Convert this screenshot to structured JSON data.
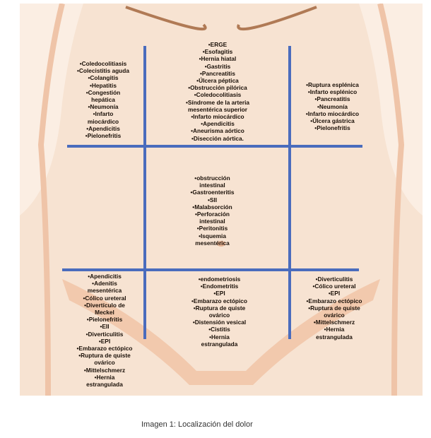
{
  "regions": {
    "right_hypochondrium": [
      "•Coledocolitiasis",
      "•Colecistitis aguda",
      "•Colangitis",
      "•Hepatitis",
      "•Congestión",
      "hepática",
      "•Neumonía",
      "•Infarto",
      "miocárdico",
      "•Apendicitis",
      "•Pielonefritis"
    ],
    "epigastrium": [
      "•ERGE",
      "•Esofagitis",
      "•Hernia hiatal",
      "•Gastritis",
      "•Pancreatitis",
      "•Úlcera péptica",
      "•Obstrucción pilórica",
      "•Coledocolitiasis",
      "•Síndrome de la arteria",
      "mesentérica superior",
      "•Infarto miocárdico",
      "•Apendicitis",
      "•Aneurisma aórtico",
      "•Disección aórtica."
    ],
    "left_hypochondrium": [
      "•Ruptura esplénica",
      "•Infarto esplénico",
      "•Pancreatitis",
      "•Neumonía",
      "•Infarto miocárdico",
      "•Úlcera gástrica",
      "•Pielonefritis"
    ],
    "umbilical": [
      "•obstrucción",
      "intestinal",
      "•Gastroenteritis",
      "•SII",
      "•Malabsorción",
      "•Perforación",
      "intestinal",
      "•Peritonitis",
      "•Isquemia",
      "mesentérica"
    ],
    "right_iliac": [
      "•Apendicitis",
      "•Adenitis",
      "mesentérica",
      "•Cólico ureteral",
      "•Divertículo de",
      "Meckel",
      "•Pielonefritis",
      "•EII",
      "•Diverticulitis",
      "•EPI",
      "•Embarazo ectópico",
      "•Ruptura de quiste",
      "ovárico",
      "•Mittelschmerz",
      "•Hernia",
      "estrangulada"
    ],
    "hypogastrium": [
      "•endometriosis",
      "•Endometritis",
      "•EPI",
      "•Embarazo ectópico",
      "•Ruptura de quiste",
      "ovárico",
      "•Distensión vesical",
      "•Cistitis",
      "•Hernia",
      "estrangulada"
    ],
    "left_iliac": [
      "•Diverticulitis",
      "•Cólico ureteral",
      "•EPI",
      "•Embarazo ectópico",
      "•Ruptura de quiste",
      "ovárico",
      "•Mittelschmerz",
      "•Hernia",
      "estrangulada"
    ]
  },
  "caption": "Imagen 1: Localización del dolor",
  "colors": {
    "grid": "#4a6cbd",
    "skin": "#f7e3d2",
    "shade": "#f0c2a4"
  }
}
